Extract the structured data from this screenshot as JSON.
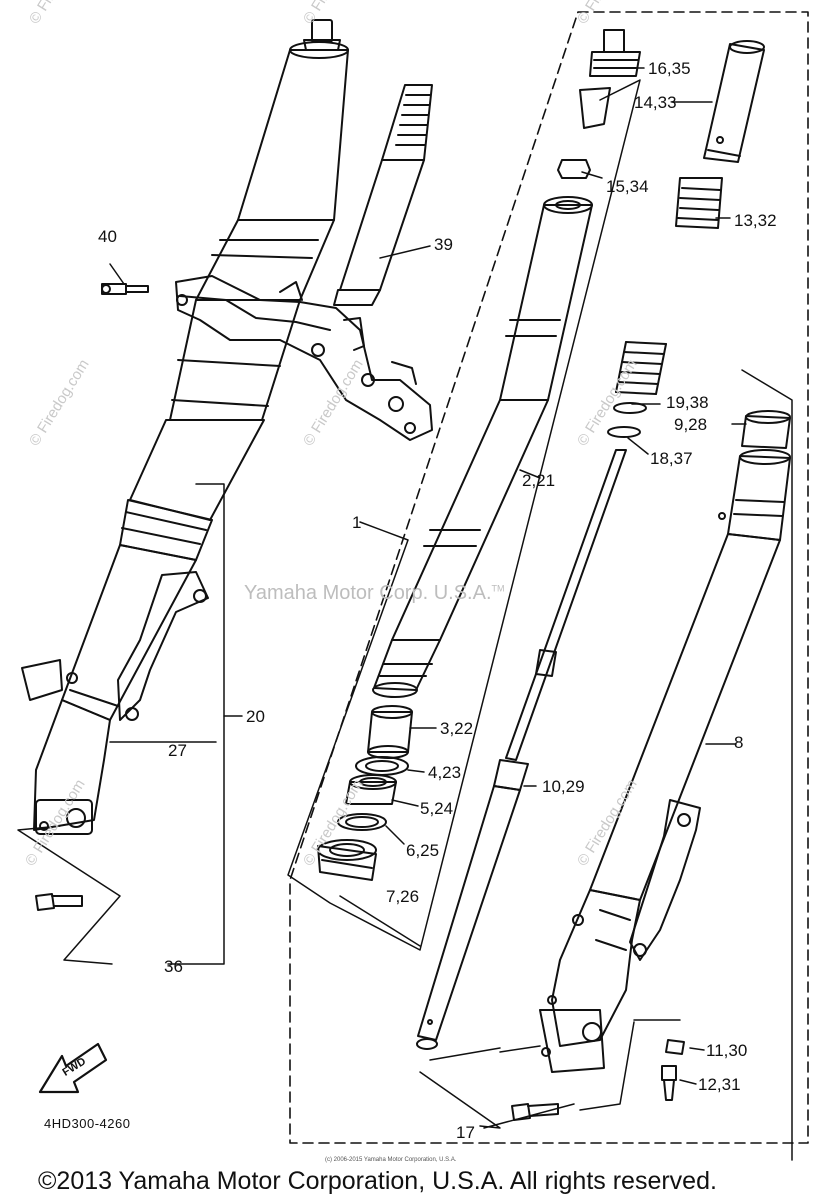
{
  "watermark": {
    "center": "Yamaha Motor Corp. U.S.A.",
    "center_tm": "TM",
    "site": "© Firedog.com"
  },
  "callouts": {
    "c16_35": "16,35",
    "c14_33": "14,33",
    "c15_34": "15,34",
    "c13_32": "13,32",
    "c40": "40",
    "c39": "39",
    "c19_38": "19,38",
    "c9_28": "9,28",
    "c18_37": "18,37",
    "c2_21": "2,21",
    "c1": "1",
    "c20": "20",
    "c3_22": "3,22",
    "c8": "8",
    "c27": "27",
    "c4_23": "4,23",
    "c10_29": "10,29",
    "c5_24": "5,24",
    "c6_25": "6,25",
    "c7_26": "7,26",
    "c36": "36",
    "c11_30": "11,30",
    "c12_31": "12,31",
    "c17": "17"
  },
  "fwd_label": "FWD",
  "part_code": "4HD300-4260",
  "copyright_small": "(c) 2006-2015 Yamaha Motor Corporation, U.S.A.",
  "copyright": "©2013 Yamaha Motor Corporation, U.S.A. All rights reserved.",
  "colors": {
    "ink": "#111111",
    "watermark": "#c9c9c9",
    "background": "#ffffff"
  }
}
